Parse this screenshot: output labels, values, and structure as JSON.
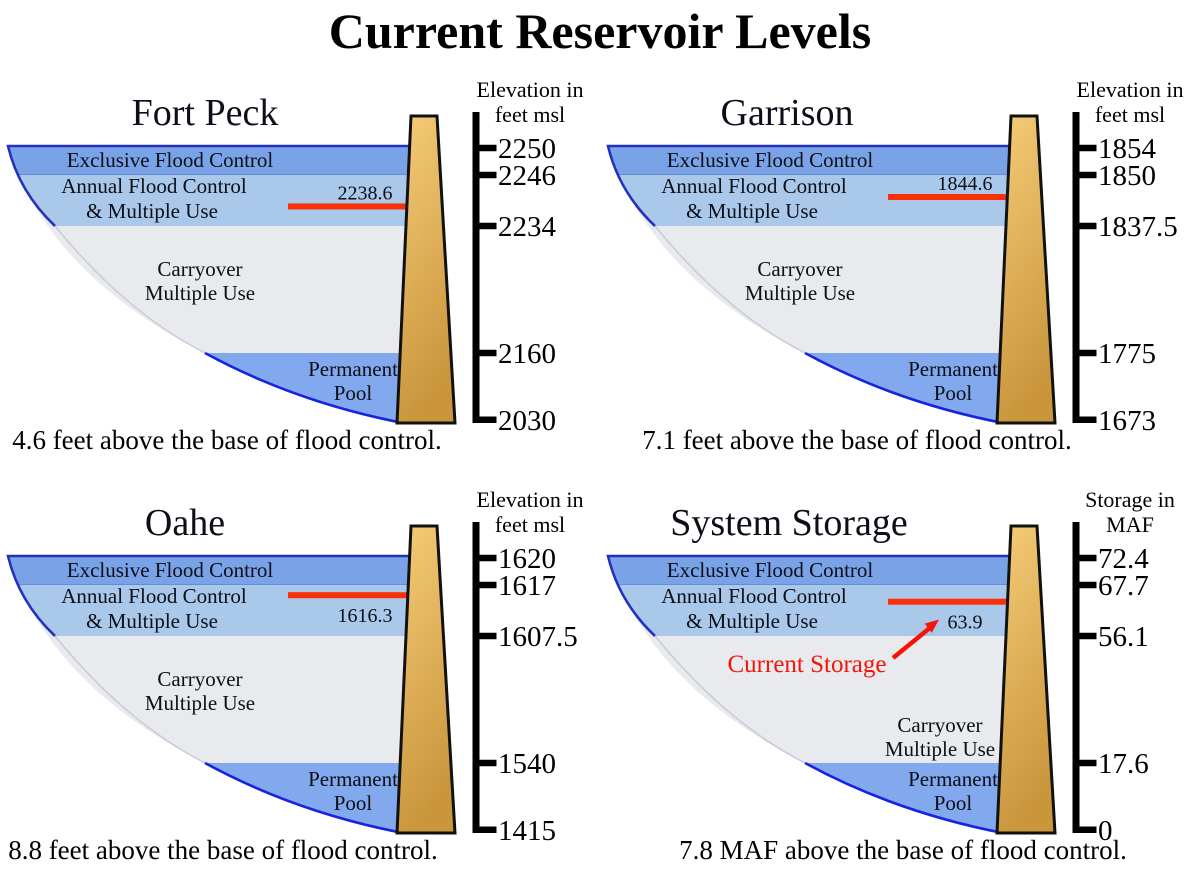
{
  "page_title": "Current Reservoir Levels",
  "colors": {
    "exclusive_band": "#79A3E6",
    "annual_band": "#A9C8EA",
    "carryover_band": "#E9EAED",
    "permanent_band": "#82A9ED",
    "outline_top": "#2231BE",
    "outline_mid": "#C8CAD9",
    "outline_bottom": "#1823DF",
    "band_divider": "#5B7FD0",
    "dam_light": "#F6CC78",
    "dam_dark": "#C9963C",
    "dam_outline": "#111111",
    "current_line": "#F93008",
    "annotation_red": "#F51408",
    "scale": "#000000",
    "text": "#0C0F18"
  },
  "zones": {
    "exclusive": "Exclusive Flood Control",
    "annual_line1": "Annual Flood Control",
    "annual_line2": "& Multiple Use",
    "carryover_line1": "Carryover",
    "carryover_line2": "Multiple Use",
    "permanent_line1": "Permanent",
    "permanent_line2": "Pool"
  },
  "panels": [
    {
      "id": "fort-peck",
      "title": "Fort Peck",
      "unit_line1": "Elevation in",
      "unit_line2": "feet msl",
      "ticks": [
        "2250",
        "2246",
        "2234",
        "2160",
        "2030"
      ],
      "current_value": 2238.6,
      "current_label": "2238.6",
      "label_position": "above",
      "caption": "4.6 feet above the base of flood control."
    },
    {
      "id": "garrison",
      "title": "Garrison",
      "unit_line1": "Elevation in",
      "unit_line2": "feet msl",
      "ticks": [
        "1854",
        "1850",
        "1837.5",
        "1775",
        "1673"
      ],
      "current_value": 1844.6,
      "current_label": "1844.6",
      "label_position": "above",
      "caption": "7.1 feet above the base of flood control."
    },
    {
      "id": "oahe",
      "title": "Oahe",
      "unit_line1": "Elevation in",
      "unit_line2": "feet msl",
      "ticks": [
        "1620",
        "1617",
        "1607.5",
        "1540",
        "1415"
      ],
      "current_value": 1616.3,
      "current_label": "1616.3",
      "label_position": "below",
      "caption": "8.8 feet above the base of flood control."
    },
    {
      "id": "system-storage",
      "title": "System Storage",
      "unit_line1": "Storage in",
      "unit_line2": "MAF",
      "ticks": [
        "72.4",
        "67.7",
        "56.1",
        "17.6",
        "0"
      ],
      "current_value": 63.9,
      "current_label": "63.9",
      "label_position": "below",
      "annotation": "Current Storage",
      "carryover_position": "lower-right",
      "caption": "7.8 MAF above the base of flood control."
    }
  ],
  "chart_data": [
    {
      "type": "bar",
      "title": "Fort Peck",
      "unit": "feet msl",
      "zones": [
        {
          "label": "Exclusive Flood Control",
          "from": 2246,
          "to": 2250
        },
        {
          "label": "Annual Flood Control & Multiple Use",
          "from": 2234,
          "to": 2246
        },
        {
          "label": "Carryover Multiple Use",
          "from": 2160,
          "to": 2234
        },
        {
          "label": "Permanent Pool",
          "from": 2030,
          "to": 2160
        }
      ],
      "current_level": 2238.6,
      "caption": "4.6 feet above the base of flood control."
    },
    {
      "type": "bar",
      "title": "Garrison",
      "unit": "feet msl",
      "zones": [
        {
          "label": "Exclusive Flood Control",
          "from": 1850,
          "to": 1854
        },
        {
          "label": "Annual Flood Control & Multiple Use",
          "from": 1837.5,
          "to": 1850
        },
        {
          "label": "Carryover Multiple Use",
          "from": 1775,
          "to": 1837.5
        },
        {
          "label": "Permanent Pool",
          "from": 1673,
          "to": 1775
        }
      ],
      "current_level": 1844.6,
      "caption": "7.1 feet above the base of flood control."
    },
    {
      "type": "bar",
      "title": "Oahe",
      "unit": "feet msl",
      "zones": [
        {
          "label": "Exclusive Flood Control",
          "from": 1617,
          "to": 1620
        },
        {
          "label": "Annual Flood Control & Multiple Use",
          "from": 1607.5,
          "to": 1617
        },
        {
          "label": "Carryover Multiple Use",
          "from": 1540,
          "to": 1607.5
        },
        {
          "label": "Permanent Pool",
          "from": 1415,
          "to": 1540
        }
      ],
      "current_level": 1616.3,
      "caption": "8.8 feet above the base of flood control."
    },
    {
      "type": "bar",
      "title": "System Storage",
      "unit": "MAF",
      "zones": [
        {
          "label": "Exclusive Flood Control",
          "from": 67.7,
          "to": 72.4
        },
        {
          "label": "Annual Flood Control & Multiple Use",
          "from": 56.1,
          "to": 67.7
        },
        {
          "label": "Carryover Multiple Use",
          "from": 17.6,
          "to": 56.1
        },
        {
          "label": "Permanent Pool",
          "from": 0,
          "to": 17.6
        }
      ],
      "current_level": 63.9,
      "caption": "7.8 MAF above the base of flood control."
    }
  ]
}
